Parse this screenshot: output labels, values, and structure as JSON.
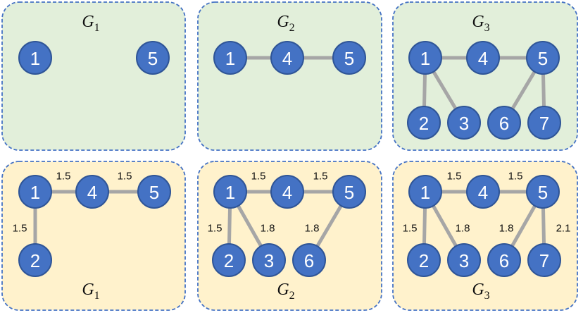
{
  "panels": [
    {
      "id": "top-g1",
      "theme": "green",
      "title": {
        "main": "G",
        "sub": "1"
      },
      "nodes": [
        {
          "id": "1",
          "label": "1"
        },
        {
          "id": "5",
          "label": "5"
        }
      ],
      "edges": []
    },
    {
      "id": "top-g2",
      "theme": "green",
      "title": {
        "main": "G",
        "sub": "2"
      },
      "nodes": [
        {
          "id": "1",
          "label": "1"
        },
        {
          "id": "4",
          "label": "4"
        },
        {
          "id": "5",
          "label": "5"
        }
      ],
      "edges": [
        {
          "from": "1",
          "to": "4",
          "weight": ""
        },
        {
          "from": "4",
          "to": "5",
          "weight": ""
        }
      ]
    },
    {
      "id": "top-g3",
      "theme": "green",
      "title": {
        "main": "G",
        "sub": "3"
      },
      "nodes": [
        {
          "id": "1",
          "label": "1"
        },
        {
          "id": "4",
          "label": "4"
        },
        {
          "id": "5",
          "label": "5"
        },
        {
          "id": "2",
          "label": "2"
        },
        {
          "id": "3",
          "label": "3"
        },
        {
          "id": "6",
          "label": "6"
        },
        {
          "id": "7",
          "label": "7"
        }
      ],
      "edges": [
        {
          "from": "1",
          "to": "4",
          "weight": ""
        },
        {
          "from": "4",
          "to": "5",
          "weight": ""
        },
        {
          "from": "1",
          "to": "2",
          "weight": ""
        },
        {
          "from": "1",
          "to": "3",
          "weight": ""
        },
        {
          "from": "5",
          "to": "6",
          "weight": ""
        },
        {
          "from": "5",
          "to": "7",
          "weight": ""
        }
      ]
    },
    {
      "id": "bottom-g1",
      "theme": "yellow",
      "title": {
        "main": "G",
        "sub": "1"
      },
      "nodes": [
        {
          "id": "1",
          "label": "1"
        },
        {
          "id": "4",
          "label": "4"
        },
        {
          "id": "5",
          "label": "5"
        },
        {
          "id": "2",
          "label": "2"
        }
      ],
      "edges": [
        {
          "from": "1",
          "to": "4",
          "weight": "1.5"
        },
        {
          "from": "4",
          "to": "5",
          "weight": "1.5"
        },
        {
          "from": "1",
          "to": "2",
          "weight": "1.5"
        }
      ]
    },
    {
      "id": "bottom-g2",
      "theme": "yellow",
      "title": {
        "main": "G",
        "sub": "2"
      },
      "nodes": [
        {
          "id": "1",
          "label": "1"
        },
        {
          "id": "4",
          "label": "4"
        },
        {
          "id": "5",
          "label": "5"
        },
        {
          "id": "2",
          "label": "2"
        },
        {
          "id": "3",
          "label": "3"
        },
        {
          "id": "6",
          "label": "6"
        }
      ],
      "edges": [
        {
          "from": "1",
          "to": "4",
          "weight": "1.5"
        },
        {
          "from": "4",
          "to": "5",
          "weight": "1.5"
        },
        {
          "from": "1",
          "to": "2",
          "weight": "1.5"
        },
        {
          "from": "1",
          "to": "3",
          "weight": "1.8"
        },
        {
          "from": "5",
          "to": "6",
          "weight": "1.8"
        }
      ]
    },
    {
      "id": "bottom-g3",
      "theme": "yellow",
      "title": {
        "main": "G",
        "sub": "3"
      },
      "nodes": [
        {
          "id": "1",
          "label": "1"
        },
        {
          "id": "4",
          "label": "4"
        },
        {
          "id": "5",
          "label": "5"
        },
        {
          "id": "2",
          "label": "2"
        },
        {
          "id": "3",
          "label": "3"
        },
        {
          "id": "6",
          "label": "6"
        },
        {
          "id": "7",
          "label": "7"
        }
      ],
      "edges": [
        {
          "from": "1",
          "to": "4",
          "weight": "1.5"
        },
        {
          "from": "4",
          "to": "5",
          "weight": "1.5"
        },
        {
          "from": "1",
          "to": "2",
          "weight": "1.5"
        },
        {
          "from": "1",
          "to": "3",
          "weight": "1.8"
        },
        {
          "from": "5",
          "to": "6",
          "weight": "1.8"
        },
        {
          "from": "5",
          "to": "7",
          "weight": "2.1"
        }
      ]
    }
  ]
}
